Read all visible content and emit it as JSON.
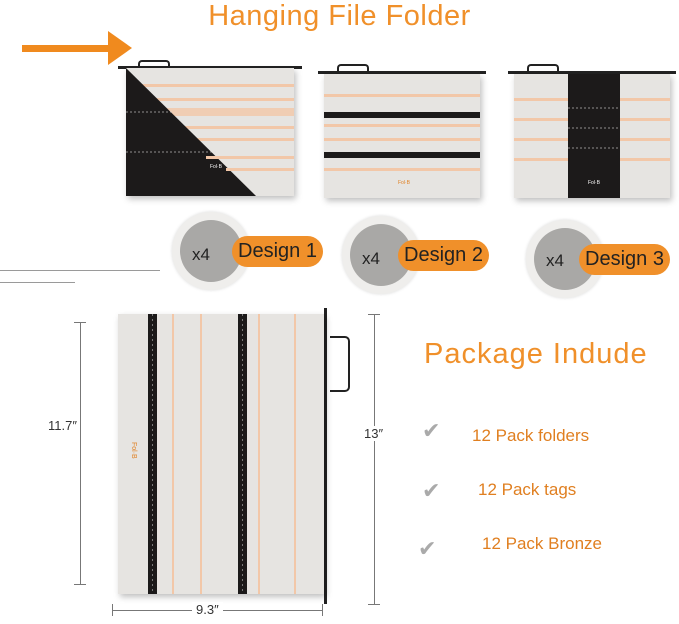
{
  "title": "Hanging File Folder",
  "designs": [
    {
      "count": "x4",
      "label": "Design 1"
    },
    {
      "count": "x4",
      "label": "Design 2"
    },
    {
      "count": "x4",
      "label": "Design 3"
    }
  ],
  "dimensions": {
    "height": "11.7″",
    "total_height": "13″",
    "width": "9.3″"
  },
  "package": {
    "title": "Package  Indude",
    "items": [
      "12 Pack folders",
      "12 Pack   tags",
      "12 Pack  Bronze"
    ]
  },
  "colors": {
    "accent": "#f0902a",
    "stripe_dark": "#1c1a1a",
    "stripe_peach": "#f2c7a8"
  }
}
